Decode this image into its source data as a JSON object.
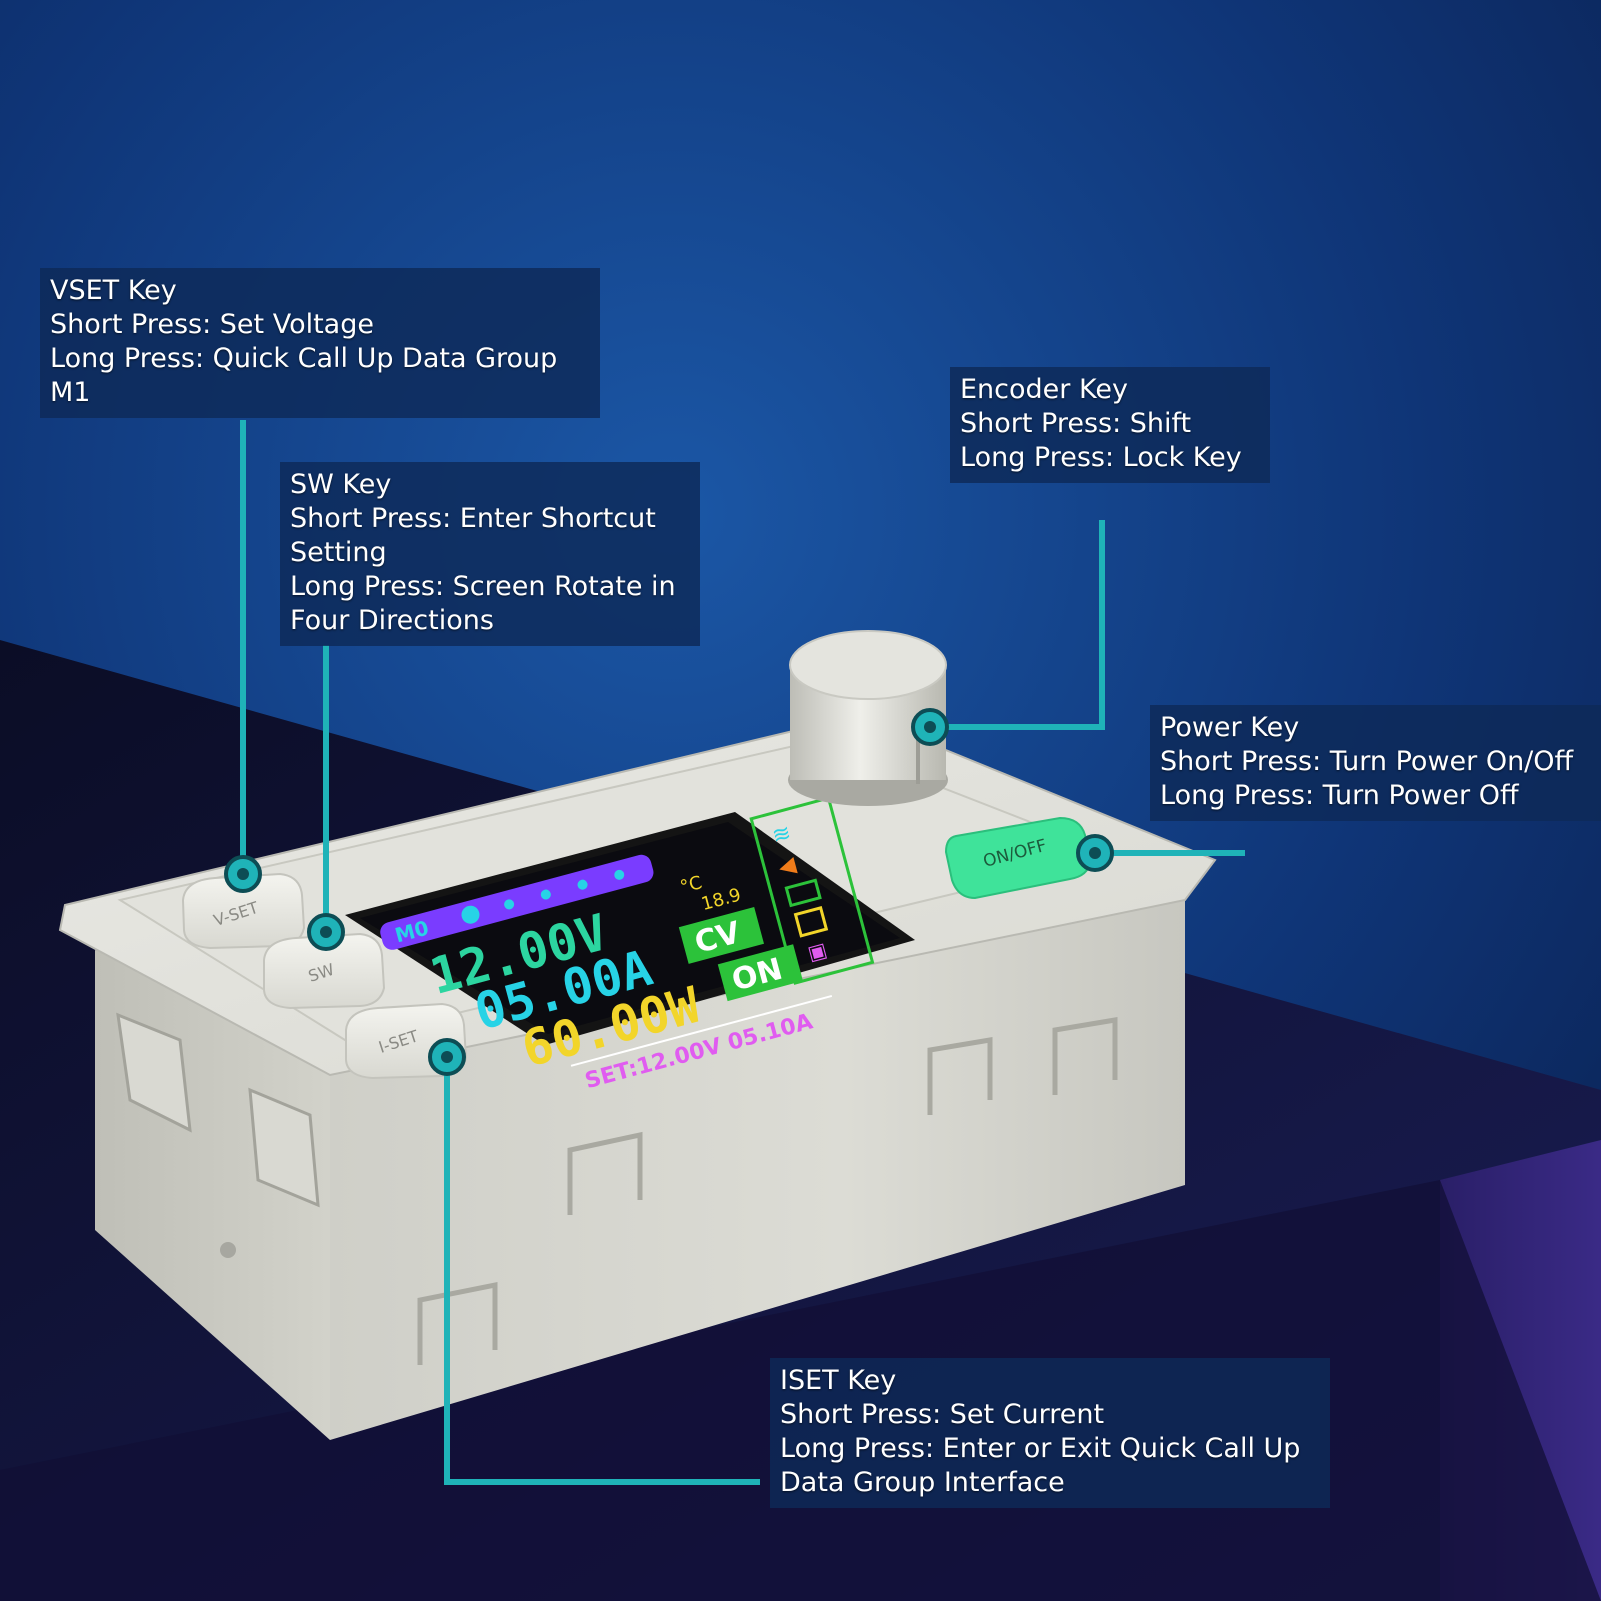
{
  "callouts": {
    "vset": {
      "title": "VSET Key",
      "short": "Short Press: Set Voltage",
      "long": "Long Press: Quick Call Up Data Group",
      "long_cont": "M1"
    },
    "sw": {
      "title": "SW Key",
      "short": "Short Press: Enter Shortcut",
      "short_cont": "Setting",
      "long": "Long Press: Screen Rotate in",
      "long_cont": "Four Directions"
    },
    "encoder": {
      "title": "Encoder Key",
      "short": "Short Press: Shift",
      "long": "Long Press: Lock Key"
    },
    "power": {
      "title": "Power Key",
      "short": "Short Press: Turn Power On/Off",
      "long": "Long Press: Turn Power Off"
    },
    "iset": {
      "title": "ISET Key",
      "short": "Short Press: Set Current",
      "long": "Long Press: Enter or Exit Quick Call Up",
      "long_cont": "Data Group Interface"
    }
  },
  "device": {
    "button_vset": "V-SET",
    "button_sw": "SW",
    "button_iset": "I-SET",
    "button_onoff": "ON/OFF"
  },
  "display": {
    "group": "M0",
    "voltage": "12.00V",
    "current": "05.00A",
    "power": "60.00W",
    "mode": "CV",
    "output_state": "ON",
    "temperature_unit": "°C",
    "temperature": "18.9",
    "set_line": "SET:12.00V 05.10A"
  },
  "colors": {
    "accent_teal": "#1fb3b8",
    "power_button": "#3fe39a",
    "display_cyan": "#27d3e6",
    "display_yellow": "#f2d52a",
    "display_purple": "#7a3cff",
    "display_green": "#2cc23a",
    "display_magenta": "#e05cf0"
  }
}
